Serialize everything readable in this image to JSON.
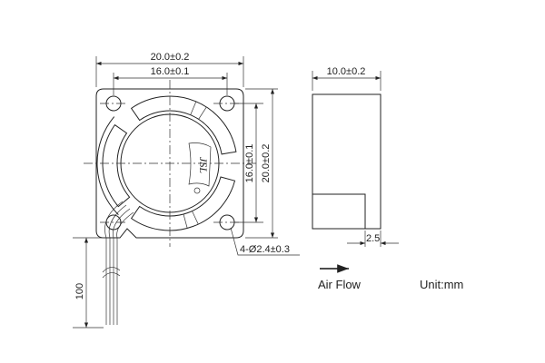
{
  "front_view": {
    "overall_width": "20.0±0.2",
    "hole_spacing_width": "16.0±0.1",
    "overall_height": "20.0±0.2",
    "hole_spacing_height": "16.0±0.1",
    "holes": "4-Ø2.4±0.3",
    "wire_length": "100",
    "logo_text": "JSL"
  },
  "side_view": {
    "thickness": "10.0±0.2",
    "step": "2.5"
  },
  "legend": {
    "airflow_label": "Air Flow",
    "unit_label": "Unit:mm"
  }
}
